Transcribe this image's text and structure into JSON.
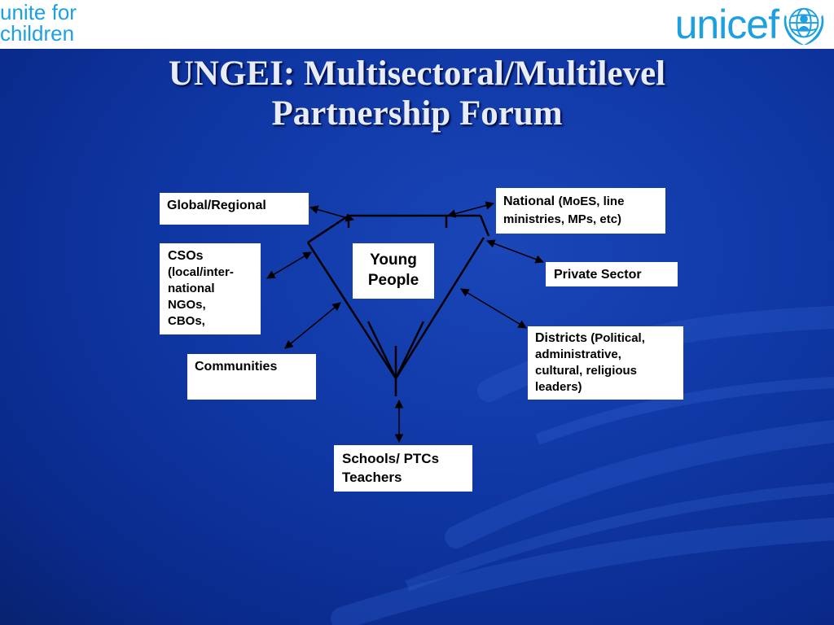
{
  "header": {
    "tagline_line1": "unite for",
    "tagline_line2": "children",
    "brand_name": "unicef",
    "emblem_icon": "unicef-emblem-icon",
    "brand_color": "#1ca0e0"
  },
  "slide": {
    "title_line1": "UNGEI: Multisectoral/Multilevel",
    "title_line2": "Partnership Forum",
    "background_color": "#0a2a8c"
  },
  "diagram": {
    "center": {
      "line1": "Young",
      "line2": "People"
    },
    "global_regional": "Global/Regional",
    "national": {
      "main": "National",
      "detail_line1": "(MoES, line",
      "detail_line2": "ministries, MPs, etc)"
    },
    "csos": {
      "main": "CSOs",
      "line1": "(local/inter-",
      "line2": "national",
      "line3": "NGOs,",
      "line4": "CBOs,"
    },
    "private_sector": "Private Sector",
    "communities": "Communities",
    "districts": {
      "main": "Districts",
      "detail_line1": "(Political,",
      "detail_line2": "administrative,",
      "detail_line3": "cultural, religious",
      "detail_line4": "leaders)"
    },
    "schools": {
      "line1": "Schools/ PTCs",
      "line2": "Teachers"
    }
  }
}
